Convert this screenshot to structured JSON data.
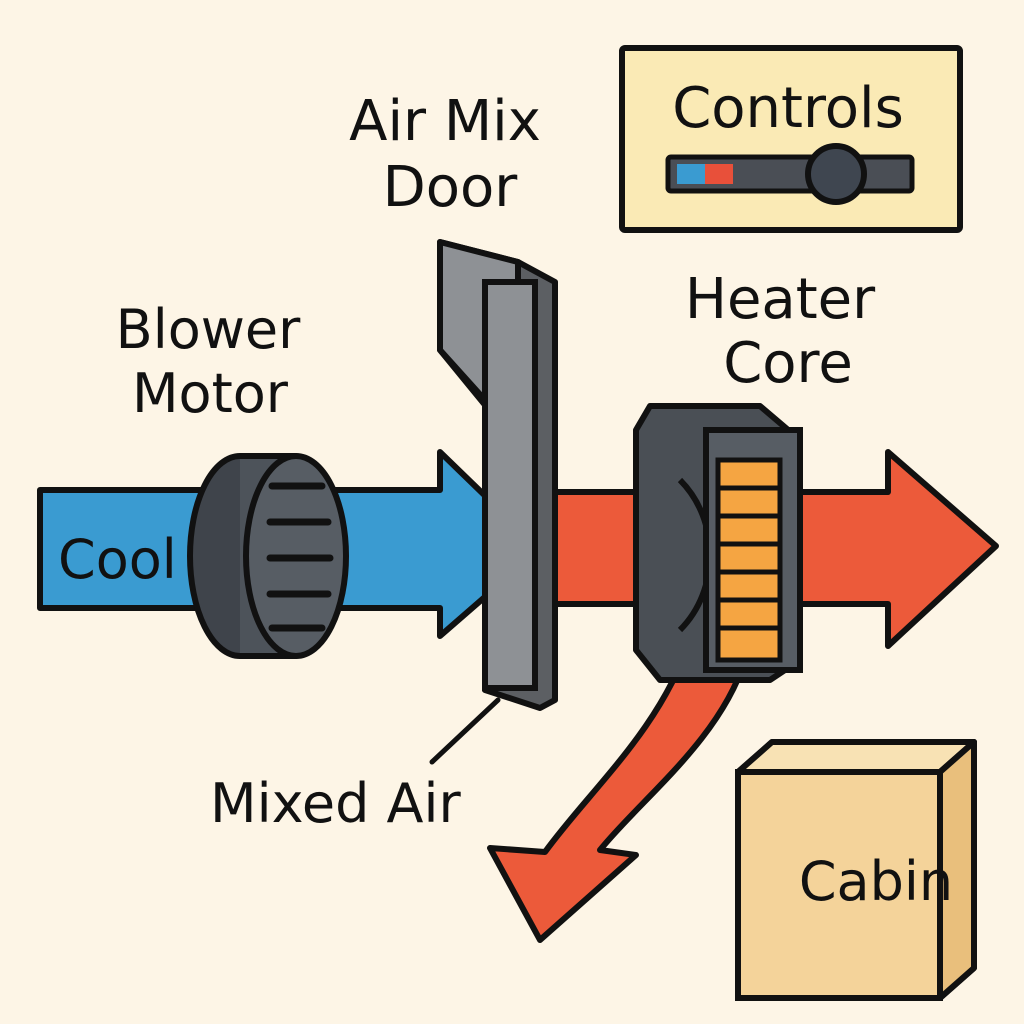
{
  "labels": {
    "air_mix_door_line1": "Air Mix",
    "air_mix_door_line2": "Door",
    "controls": "Controls",
    "heater_core_line1": "Heater",
    "heater_core_line2": "Core",
    "blower_motor_line1": "Blower",
    "blower_motor_line2": "Motor",
    "cool": "Cool",
    "cool_chevron": ">",
    "mixed_air": "Mixed Air",
    "cabin": "Cabin"
  },
  "controls_slider": {
    "segment_colors": [
      "#3a9bd1",
      "#e8503a",
      "#4a4e55"
    ],
    "track_color": "#4a4e55",
    "knob_color": "#3f4650"
  },
  "colors": {
    "background": "#fdf5e6",
    "cool_air": "#3a9bd1",
    "hot_air": "#ec5a3a",
    "door": "#6b6e72",
    "heater_fins": "#f5a542",
    "controls_panel": "#faeab5",
    "cabin_box": "#f4d39a"
  },
  "icons": [
    "blower-motor-icon",
    "air-mix-door-icon",
    "heater-core-icon",
    "cabin-box-icon"
  ]
}
